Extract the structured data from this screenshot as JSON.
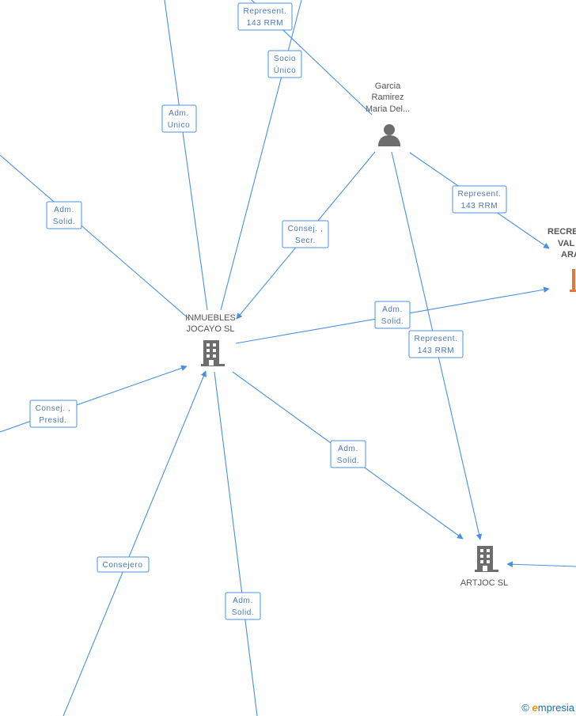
{
  "nodes": {
    "inmuebles": {
      "label": [
        "INMUEBLES",
        "JOCAYO SL"
      ],
      "icon": "building-icon"
    },
    "garcia": {
      "label": [
        "Garcia",
        "Ramirez",
        "Maria Del..."
      ],
      "icon": "person-icon"
    },
    "artjoc": {
      "label": [
        "ARTJOC SL"
      ],
      "icon": "building-icon"
    },
    "recre": {
      "label": [
        "RECRE",
        "VAL",
        "ARA"
      ],
      "icon": "building-icon-red"
    }
  },
  "edge_labels": {
    "rep_top": [
      "Represent.",
      "143 RRM"
    ],
    "socio": [
      "Socio",
      "Único"
    ],
    "adm_unico": [
      "Adm.",
      "Unico"
    ],
    "adm_solid_left": [
      "Adm.",
      "Solid."
    ],
    "consej_secr": [
      "Consej. ,",
      "Secr."
    ],
    "rep_right": [
      "Represent.",
      "143 RRM"
    ],
    "adm_solid_mid": [
      "Adm.",
      "Solid."
    ],
    "rep_mid": [
      "Represent.",
      "143 RRM"
    ],
    "consej_presid": [
      "Consej. ,",
      "Presid."
    ],
    "adm_solid_lower": [
      "Adm.",
      "Solid."
    ],
    "consejero": [
      "Consejero"
    ],
    "adm_solid_bottom": [
      "Adm.",
      "Solid."
    ]
  },
  "watermark": {
    "symbol": "©",
    "brand_initial": "e",
    "brand_rest": "mpresia"
  },
  "colors": {
    "edge": "#4a90e2",
    "node_icon": "#6d6d6d",
    "highlight": "#e8743b",
    "label_text": "#4a78b8"
  }
}
